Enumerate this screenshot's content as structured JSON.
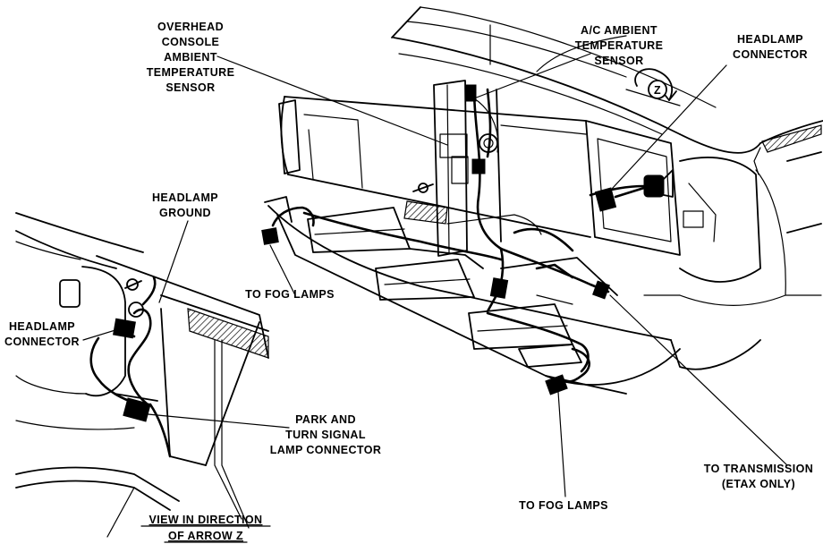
{
  "labels": {
    "overhead_sensor": [
      "OVERHEAD",
      "CONSOLE",
      "AMBIENT",
      "TEMPERATURE",
      "SENSOR"
    ],
    "ac_sensor": [
      "A/C AMBIENT",
      "TEMPERATURE",
      "SENSOR"
    ],
    "headlamp_connector_top": [
      "HEADLAMP",
      "CONNECTOR"
    ],
    "arrow_marker": "Z",
    "headlamp_ground": [
      "HEADLAMP",
      "GROUND"
    ],
    "headlamp_connector_left": [
      "HEADLAMP",
      "CONNECTOR"
    ],
    "fog_lamps_left": "TO FOG LAMPS",
    "park_turn": [
      "PARK AND",
      "TURN SIGNAL",
      "LAMP CONNECTOR"
    ],
    "view_direction": [
      "VIEW IN DIRECTION",
      "OF ARROW Z"
    ],
    "fog_lamps_bottom": "TO FOG LAMPS",
    "transmission": [
      "TO TRANSMISSION",
      "(ETAX ONLY)"
    ]
  }
}
